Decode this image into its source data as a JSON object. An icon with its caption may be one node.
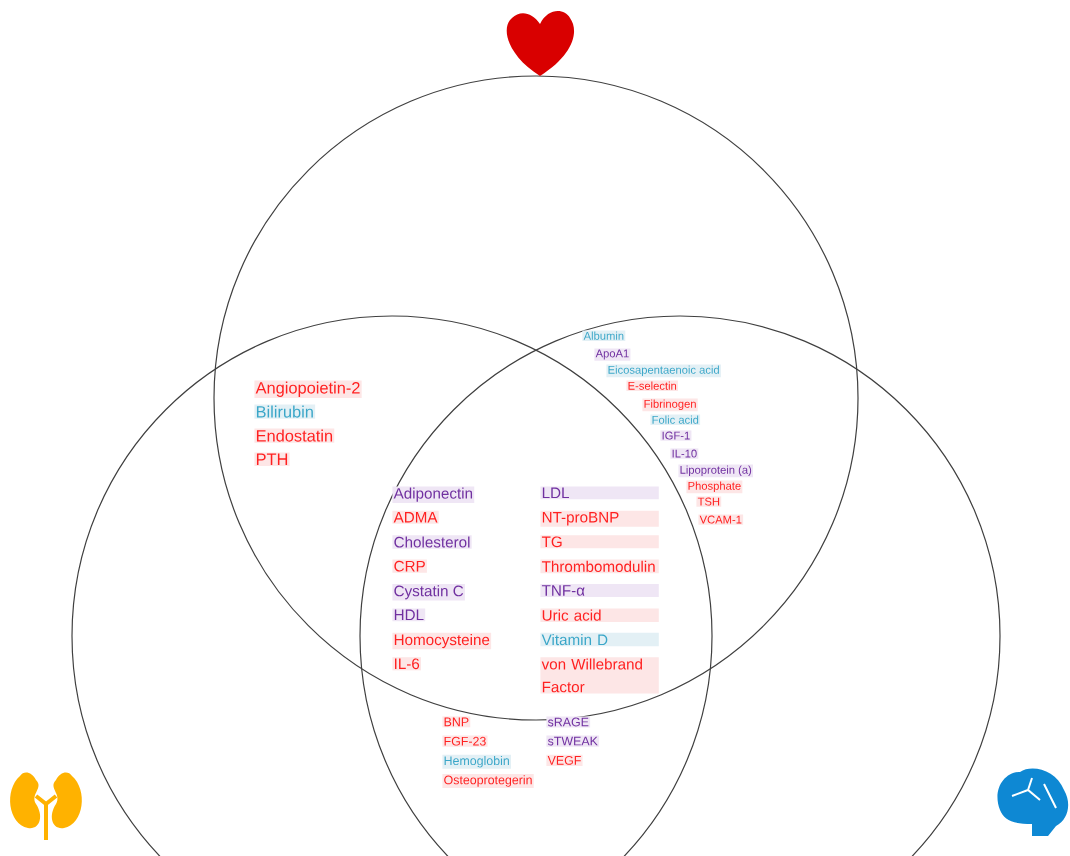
{
  "diagram": {
    "nodes": [
      {
        "text": [],
        "shape": "circle"
      },
      {
        "text": [],
        "shape": "circle"
      },
      {
        "text": [],
        "shape": "circle"
      }
    ],
    "labels": [
      "Angiopoietin-2",
      "Bilirubin",
      "Endostatin",
      "PTH",
      "Albumin",
      "ApoA1",
      "Eicosapentaenoic acid",
      "E-selectin",
      "Fibrinogen",
      "Folic acid",
      "IGF-1",
      "IL-10",
      "Lipoprotein (a)",
      "Phosphate",
      "TSH",
      "VCAM-1",
      "Adiponectin",
      "ADMA",
      "Cholesterol",
      "CRP",
      "Cystatin C",
      "HDL",
      "Homocysteine",
      "IL-6",
      "LDL",
      "NT-proBNP",
      "TG",
      "Thrombomodulin",
      "TNF-α",
      "Uric acid",
      "Vitamin D",
      "von Willebrand Factor",
      "BNP",
      "FGF-23",
      "Hemoglobin",
      "Osteoprotegerin",
      "sRAGE",
      "sTWEAK",
      "VEGF"
    ]
  }
}
